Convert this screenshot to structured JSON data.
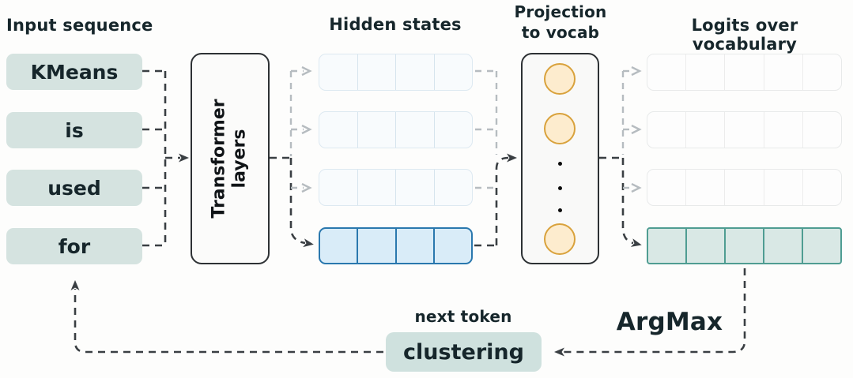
{
  "diagram": {
    "input": {
      "label": "Input sequence",
      "tokens": [
        "KMeans",
        "is",
        "used",
        "for"
      ]
    },
    "transformer": {
      "label_line1": "Transformer",
      "label_line2": "layers"
    },
    "hidden": {
      "label": "Hidden states",
      "rows": 4,
      "cells_per_row": 4,
      "active_row": 4
    },
    "projection": {
      "label_line1": "Projection",
      "label_line2": "to vocab",
      "neurons": 3,
      "ellipsis_dots": 3
    },
    "logits": {
      "label": "Logits over vocabulary",
      "rows": 4,
      "cells_per_row": 5,
      "active_row": 4
    },
    "argmax": {
      "label": "ArgMax"
    },
    "output": {
      "label": "next token",
      "token": "clustering"
    }
  },
  "colors": {
    "token_fill": "#d5e3e0",
    "hidden_active_fill": "#d9ecf8",
    "hidden_active_border": "#2a78ae",
    "logit_active_fill": "#d9e8e5",
    "logit_active_border": "#4f9d92",
    "circle_fill": "#fdecce",
    "circle_border": "#d9a23c",
    "cluster_fill": "#cfe1de",
    "line_dark": "#3a3f43",
    "line_faded": "#b6bcc0"
  }
}
